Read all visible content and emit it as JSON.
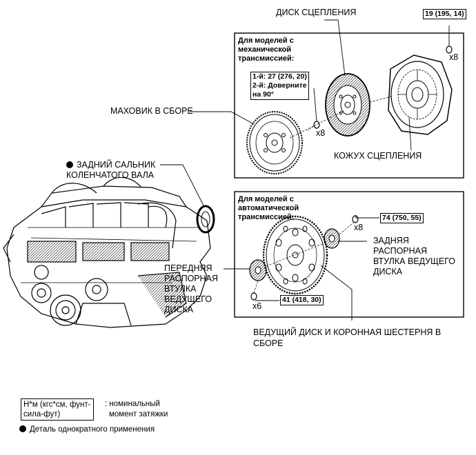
{
  "labels": {
    "clutch_disc": "ДИСК СЦЕПЛЕНИЯ",
    "flywheel": "МАХОВИК В СБОРЕ",
    "clutch_cover": "КОЖУХ СЦЕПЛЕНИЯ",
    "rear_seal_l1": "ЗАДНИЙ САЛЬНИК",
    "rear_seal_l2": "КОЛЕНЧАТОГО ВАЛА",
    "rear_spacer_l1": "ЗАДНЯЯ",
    "rear_spacer_l2": "РАСПОРНАЯ",
    "rear_spacer_l3": "ВТУЛКА ВЕДУЩЕГО",
    "rear_spacer_l4": "ДИСКА",
    "front_spacer_l1": "ПЕРЕДНЯЯ",
    "front_spacer_l2": "РАСПОРНАЯ",
    "front_spacer_l3": "ВТУЛКА",
    "front_spacer_l4": "ВЕДУЩЕГО",
    "front_spacer_l5": "ДИСКА",
    "drive_plate_l1": "ВЕДУЩИЙ ДИСК И КОРОННАЯ ШЕСТЕРНЯ В",
    "drive_plate_l2": "СБОРЕ"
  },
  "manual_box": {
    "title_l1": "Для моделей с",
    "title_l2": "механической",
    "title_l3": "трансмиссией:",
    "torque_l1": "1-й: 27 (276, 20)",
    "torque_l2": "2-й: Доверните",
    "torque_l3": "на 90°",
    "cover_torque": "19 (195, 14)",
    "qty_flywheel_bolts": "x8",
    "qty_cover_bolts": "x8"
  },
  "auto_box": {
    "title_l1": "Для моделей с",
    "title_l2": "автоматической",
    "title_l3": "трансмиссией:",
    "rear_torque": "74 (750, 55)",
    "front_torque": "41 (418, 30)",
    "qty_rear_bolts": "x8",
    "qty_front_bolts": "x6"
  },
  "legend": {
    "key_l1": "Н*м (кгс*см, фунт-",
    "key_l2": "сила-фут)",
    "desc_l1": ": номинальный",
    "desc_l2": "момент затяжки",
    "single_use": "Деталь однократного применения"
  },
  "colors": {
    "ink": "#000000",
    "paper": "#ffffff"
  }
}
